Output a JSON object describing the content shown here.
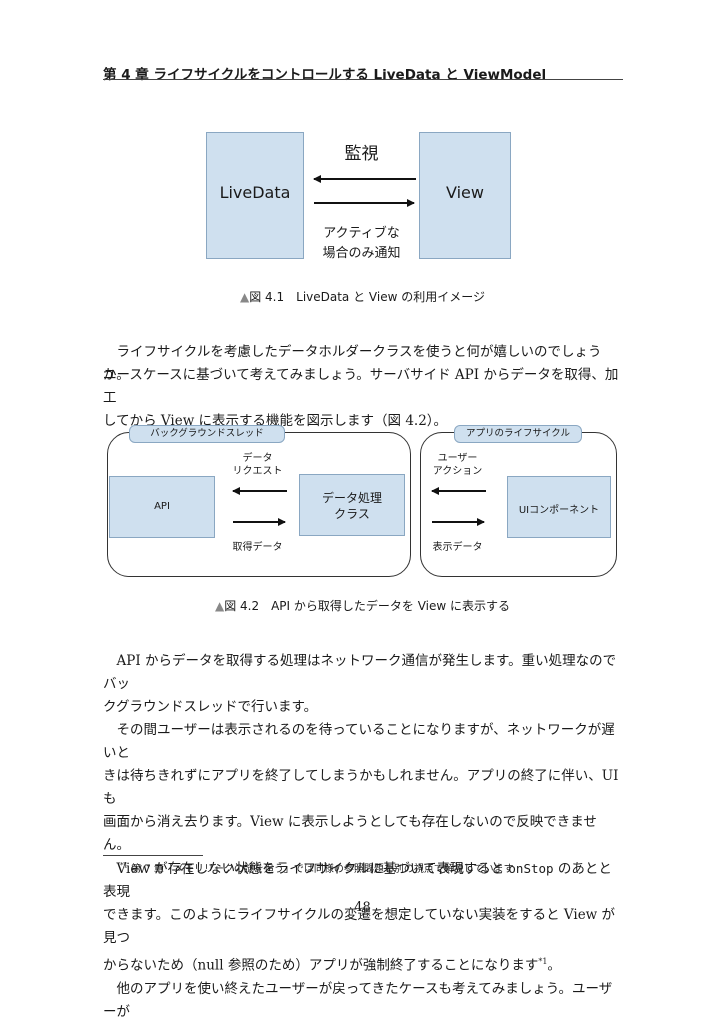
{
  "header": {
    "title": "第 4 章 ライフサイクルをコントロールする LiveData と ViewModel"
  },
  "figure1": {
    "left_box": "LiveData",
    "right_box": "View",
    "top_label": "監視",
    "bottom_label_line1": "アクティブな",
    "bottom_label_line2": "場合のみ通知",
    "caption": "図 4.1　LiveData と View の利用イメージ"
  },
  "paragraph1": {
    "line1": "ライフサイクルを考慮したデータホルダークラスを使うと何が嬉しいのでしょうか。",
    "line2": "ユースケースに基づいて考えてみましょう。サーバサイド API からデータを取得、加工",
    "line3": "してから View に表示する機能を図示します（図 4.2）。"
  },
  "figure2": {
    "bg_thread_tag": "バックグラウンドスレッド",
    "lifecycle_tag": "アプリのライフサイクル",
    "api_box": "API",
    "data_process_line1": "データ処理",
    "data_process_line2": "クラス",
    "ui_box": "UIコンポーネント",
    "data_request_line1": "データ",
    "data_request_line2": "リクエスト",
    "acquired_data": "取得データ",
    "user_action_line1": "ユーザー",
    "user_action_line2": "アクション",
    "display_data": "表示データ",
    "caption": "図 4.2　API から取得したデータを View に表示する"
  },
  "paragraph2": {
    "line1": "API からデータを取得する処理はネットワーク通信が発生します。重い処理なのでバッ",
    "line2": "クグラウンドスレッドで行います。",
    "line3": "その間ユーザーは表示されるのを待っていることになりますが、ネットワークが遅いと",
    "line4": "きは待ちきれずにアプリを終了してしまうかもしれません。アプリの終了に伴い、UI も",
    "line5": "画面から消え去ります。View に表示しようとしても存在しないので反映できません。",
    "line6_pre": "View が存在しない状態をライフサイクルに基づいて表現すると",
    "line6_code": "onStop",
    "line6_post": "のあとと表現",
    "line7": "できます。このようにライフサイクルの変遷を想定していない実装をすると View が見つ",
    "line8_pre": "からないため（null 参照のため）アプリが強制終了することになります",
    "line8_note": "*1",
    "line8_post": "。",
    "line9": "他のアプリを使い終えたユーザーが戻ってきたケースも考えてみましょう。ユーザーが"
  },
  "footnote": {
    "mark": "*1",
    "text": "第 7 章「メモリリークの謎を追う」では同様の参照問題を別の視点で解説しています"
  },
  "page_number": "48",
  "colors": {
    "box_fill": "#cfe0ef",
    "box_border": "#8aa7c2",
    "text": "#1a1a1a"
  }
}
